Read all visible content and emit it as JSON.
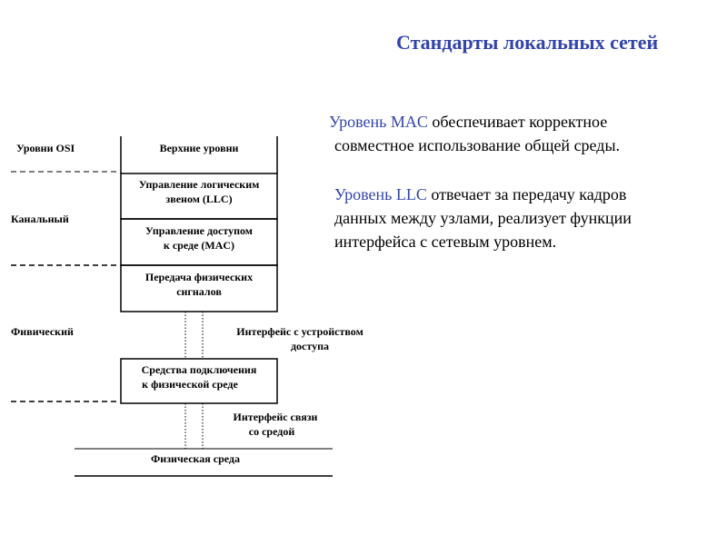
{
  "slide": {
    "title": "Стандарты локальных сетей",
    "paragraph1": {
      "highlight": "Уровень MAC",
      "line1_rest": " обеспечивает корректное",
      "line2": "совместное использование общей среды."
    },
    "paragraph2": {
      "highlight": "Уровень LLC",
      "line1_rest": " отвечает за передачу кадров",
      "line2": "данных между узлами, реализует функции",
      "line3": "интерфейса с сетевым уровнем."
    }
  },
  "diagram": {
    "osi_levels_label": "Уровни OSI",
    "upper_levels_label": "Верхние уровни",
    "llc_box": {
      "line1": "Управление логическим",
      "line2": "звеном (LLC)"
    },
    "mac_box": {
      "line1": "Управление доступом",
      "line2": "к среде (MAC)"
    },
    "physical_signaling_box": {
      "line1": "Передача физических",
      "line2": "сигналов"
    },
    "attachment_box": {
      "line1": "Средства подключения",
      "line2": "к физической среде"
    },
    "datalink_label": "Канальный",
    "physical_label": "Фивический",
    "attachment_interface": {
      "line1": "Интерфейс с устройством",
      "line2": "доступа"
    },
    "medium_interface": {
      "line1": "Интерфейс связи",
      "line2": "со средой"
    },
    "physical_medium_label": "Физическая среда"
  }
}
